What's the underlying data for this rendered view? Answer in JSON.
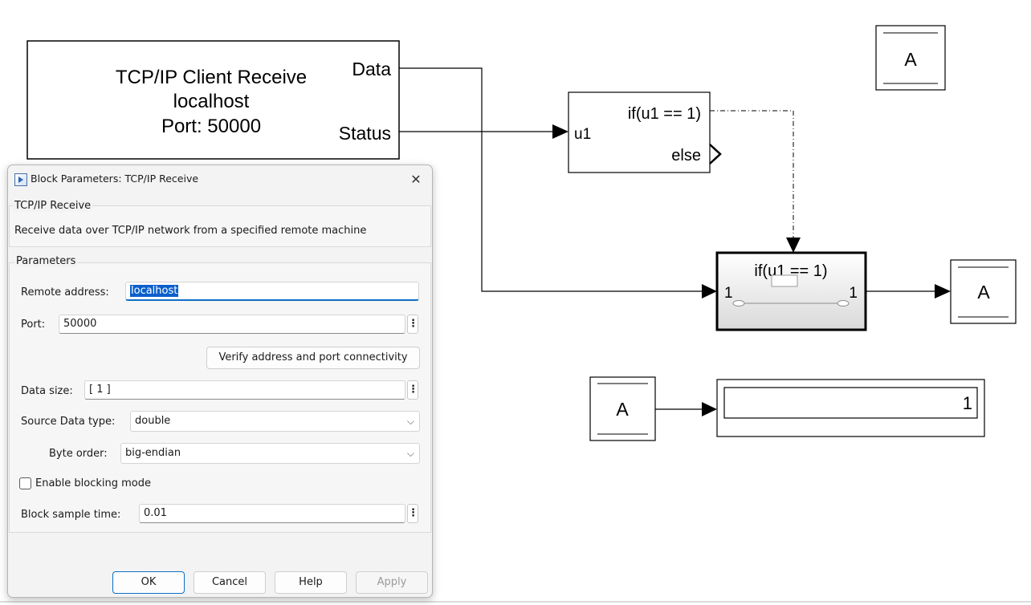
{
  "diagram": {
    "tcp_block": {
      "line1": "TCP/IP Client Receive",
      "line2": "localhost",
      "line3": "Port: 50000",
      "port_data": "Data",
      "port_status": "Status"
    },
    "if_block": {
      "condition": "if(u1 == 1)",
      "input_port": "u1",
      "else_port": "else"
    },
    "action_subsystem": {
      "label": "if(u1 == 1)",
      "in_port": "1",
      "out_port": "1"
    },
    "goto_tag_top": "A",
    "goto_tag_right": "A",
    "from_tag": "A",
    "display_value": "1"
  },
  "dialog": {
    "title": "Block Parameters: TCP/IP Receive",
    "block_group": "TCP/IP Receive",
    "description": "Receive data over TCP/IP network from a specified remote machine",
    "params_group": "Parameters",
    "remote_address_label": "Remote address:",
    "remote_address_value": "localhost",
    "port_label": "Port:",
    "port_value": "50000",
    "verify_button": "Verify address and port connectivity",
    "data_size_label": "Data size:",
    "data_size_value": "[ 1 ]",
    "source_type_label": "Source Data type:",
    "source_type_value": "double",
    "byte_order_label": "Byte order:",
    "byte_order_value": "big-endian",
    "blocking_label": "Enable blocking mode",
    "blocking_checked": false,
    "sample_time_label": "Block sample time:",
    "sample_time_value": "0.01",
    "buttons": {
      "ok": "OK",
      "cancel": "Cancel",
      "help": "Help",
      "apply": "Apply"
    }
  }
}
